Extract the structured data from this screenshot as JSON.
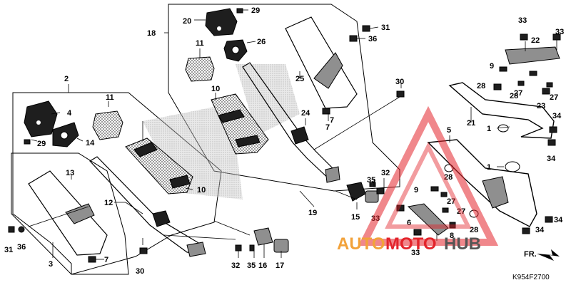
{
  "diagram": {
    "code": "K954F2700",
    "watermark": {
      "auto": "AUTO",
      "moto": "MOTO",
      "hub": "HUB",
      "colors": {
        "auto": "#f2a23a",
        "moto": "#e3242b",
        "hub": "#555555"
      }
    },
    "direction_label": "FR.",
    "labels": {
      "l2": "2",
      "l3": "3",
      "l4": "4",
      "l5": "5",
      "l6": "6",
      "l7a": "7",
      "l7b": "7",
      "l7c": "7",
      "l8": "8",
      "l9a": "9",
      "l9b": "9",
      "l10a": "10",
      "l10b": "10",
      "l11a": "11",
      "l11b": "11",
      "l12": "12",
      "l13": "13",
      "l14": "14",
      "l15": "15",
      "l16": "16",
      "l17": "17",
      "l18": "18",
      "l19": "19",
      "l20": "20",
      "l21": "21",
      "l22": "22",
      "l23": "23",
      "l24": "24",
      "l25": "25",
      "l26": "26",
      "l27a": "27",
      "l27b": "27",
      "l27c": "27",
      "l27d": "27",
      "l28a": "28",
      "l28b": "28",
      "l28c": "28",
      "l28d": "28",
      "l29a": "29",
      "l29b": "29",
      "l30a": "30",
      "l30b": "30",
      "l31a": "31",
      "l31b": "31",
      "l32a": "32",
      "l32b": "32",
      "l33a": "33",
      "l33b": "33",
      "l33c": "33",
      "l33d": "33",
      "l34a": "34",
      "l34b": "34",
      "l34c": "34",
      "l34d": "34",
      "l35a": "35",
      "l35b": "35",
      "l36a": "36",
      "l36b": "36",
      "l1a": "1",
      "l1b": "1"
    }
  }
}
